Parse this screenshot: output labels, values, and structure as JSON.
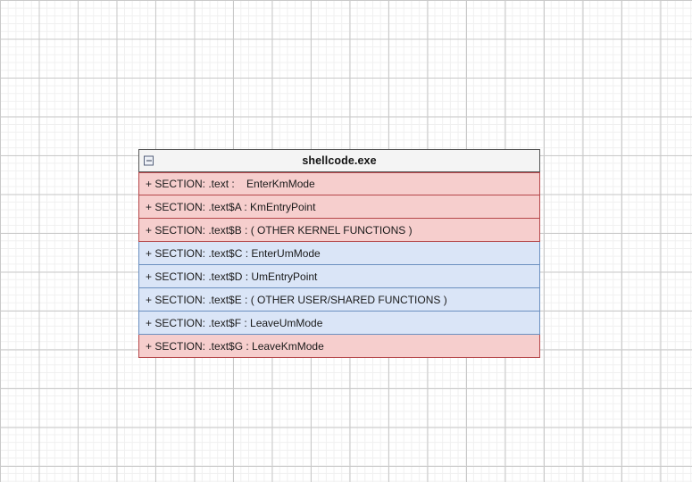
{
  "canvas": {
    "background_color": "#ffffff",
    "grid_minor_color": "#f0f0f0",
    "grid_major_color": "#c9c9c9"
  },
  "node": {
    "title": "shellcode.exe",
    "collapse_icon": "minus-box-icon",
    "header_background": "#f4f4f4",
    "header_border": "#555555",
    "kernel_background": "#f6cecd",
    "kernel_border": "#b5474a",
    "user_background": "#dae5f7",
    "user_border": "#6b8fc0",
    "rows": [
      {
        "text": "+ SECTION: .text :    EnterKmMode",
        "kind": "kernel"
      },
      {
        "text": "+ SECTION: .text$A : KmEntryPoint",
        "kind": "kernel"
      },
      {
        "text": "+ SECTION: .text$B : ( OTHER KERNEL FUNCTIONS )",
        "kind": "kernel"
      },
      {
        "text": "+ SECTION: .text$C : EnterUmMode",
        "kind": "user"
      },
      {
        "text": "+ SECTION: .text$D : UmEntryPoint",
        "kind": "user"
      },
      {
        "text": "+ SECTION: .text$E : ( OTHER USER/SHARED FUNCTIONS )",
        "kind": "user"
      },
      {
        "text": "+ SECTION: .text$F : LeaveUmMode",
        "kind": "user"
      },
      {
        "text": "+ SECTION: .text$G : LeaveKmMode",
        "kind": "kernel"
      }
    ]
  }
}
